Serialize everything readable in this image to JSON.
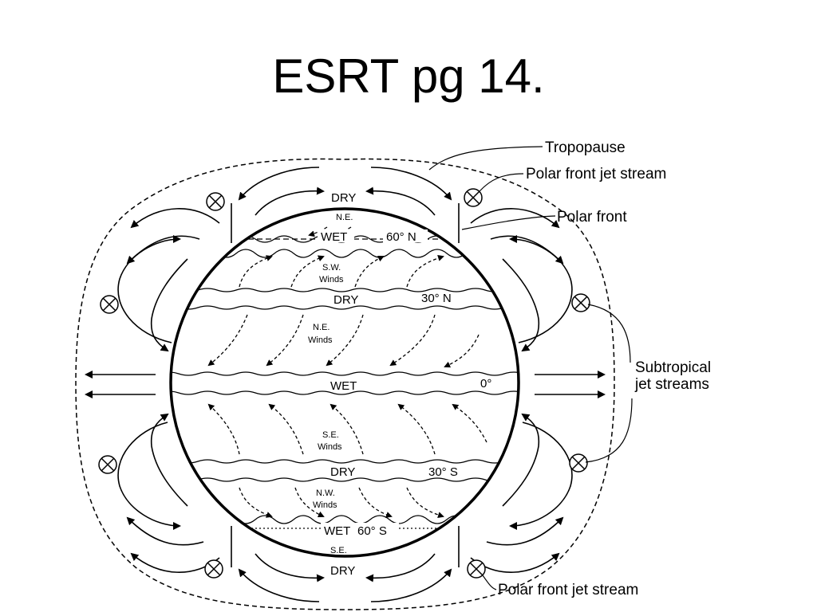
{
  "slide": {
    "title": "ESRT pg 14."
  },
  "diagram": {
    "callouts": {
      "tropopause": "Tropopause",
      "polar_jet_top": "Polar front jet stream",
      "polar_front": "Polar front",
      "subtropical_line1": "Subtropical",
      "subtropical_line2": "jet streams",
      "polar_jet_bottom": "Polar front jet stream"
    },
    "zones": {
      "dry_north_pole": "DRY",
      "ne_polar": "N.E.",
      "wet_60n": "WET",
      "lat_60n": "60° N",
      "sw_winds_1": "S.W.",
      "sw_winds_2": "Winds",
      "dry_30n": "DRY",
      "lat_30n": "30° N",
      "ne_winds_1": "N.E.",
      "ne_winds_2": "Winds",
      "wet_equator": "WET",
      "lat_0": "0°",
      "se_winds_1": "S.E.",
      "se_winds_2": "Winds",
      "dry_30s": "DRY",
      "lat_30s": "30° S",
      "nw_winds_1": "N.W.",
      "nw_winds_2": "Winds",
      "wet_60s": "WET",
      "lat_60s": "60° S",
      "se_polar": "S.E.",
      "dry_south_pole": "DRY"
    }
  }
}
